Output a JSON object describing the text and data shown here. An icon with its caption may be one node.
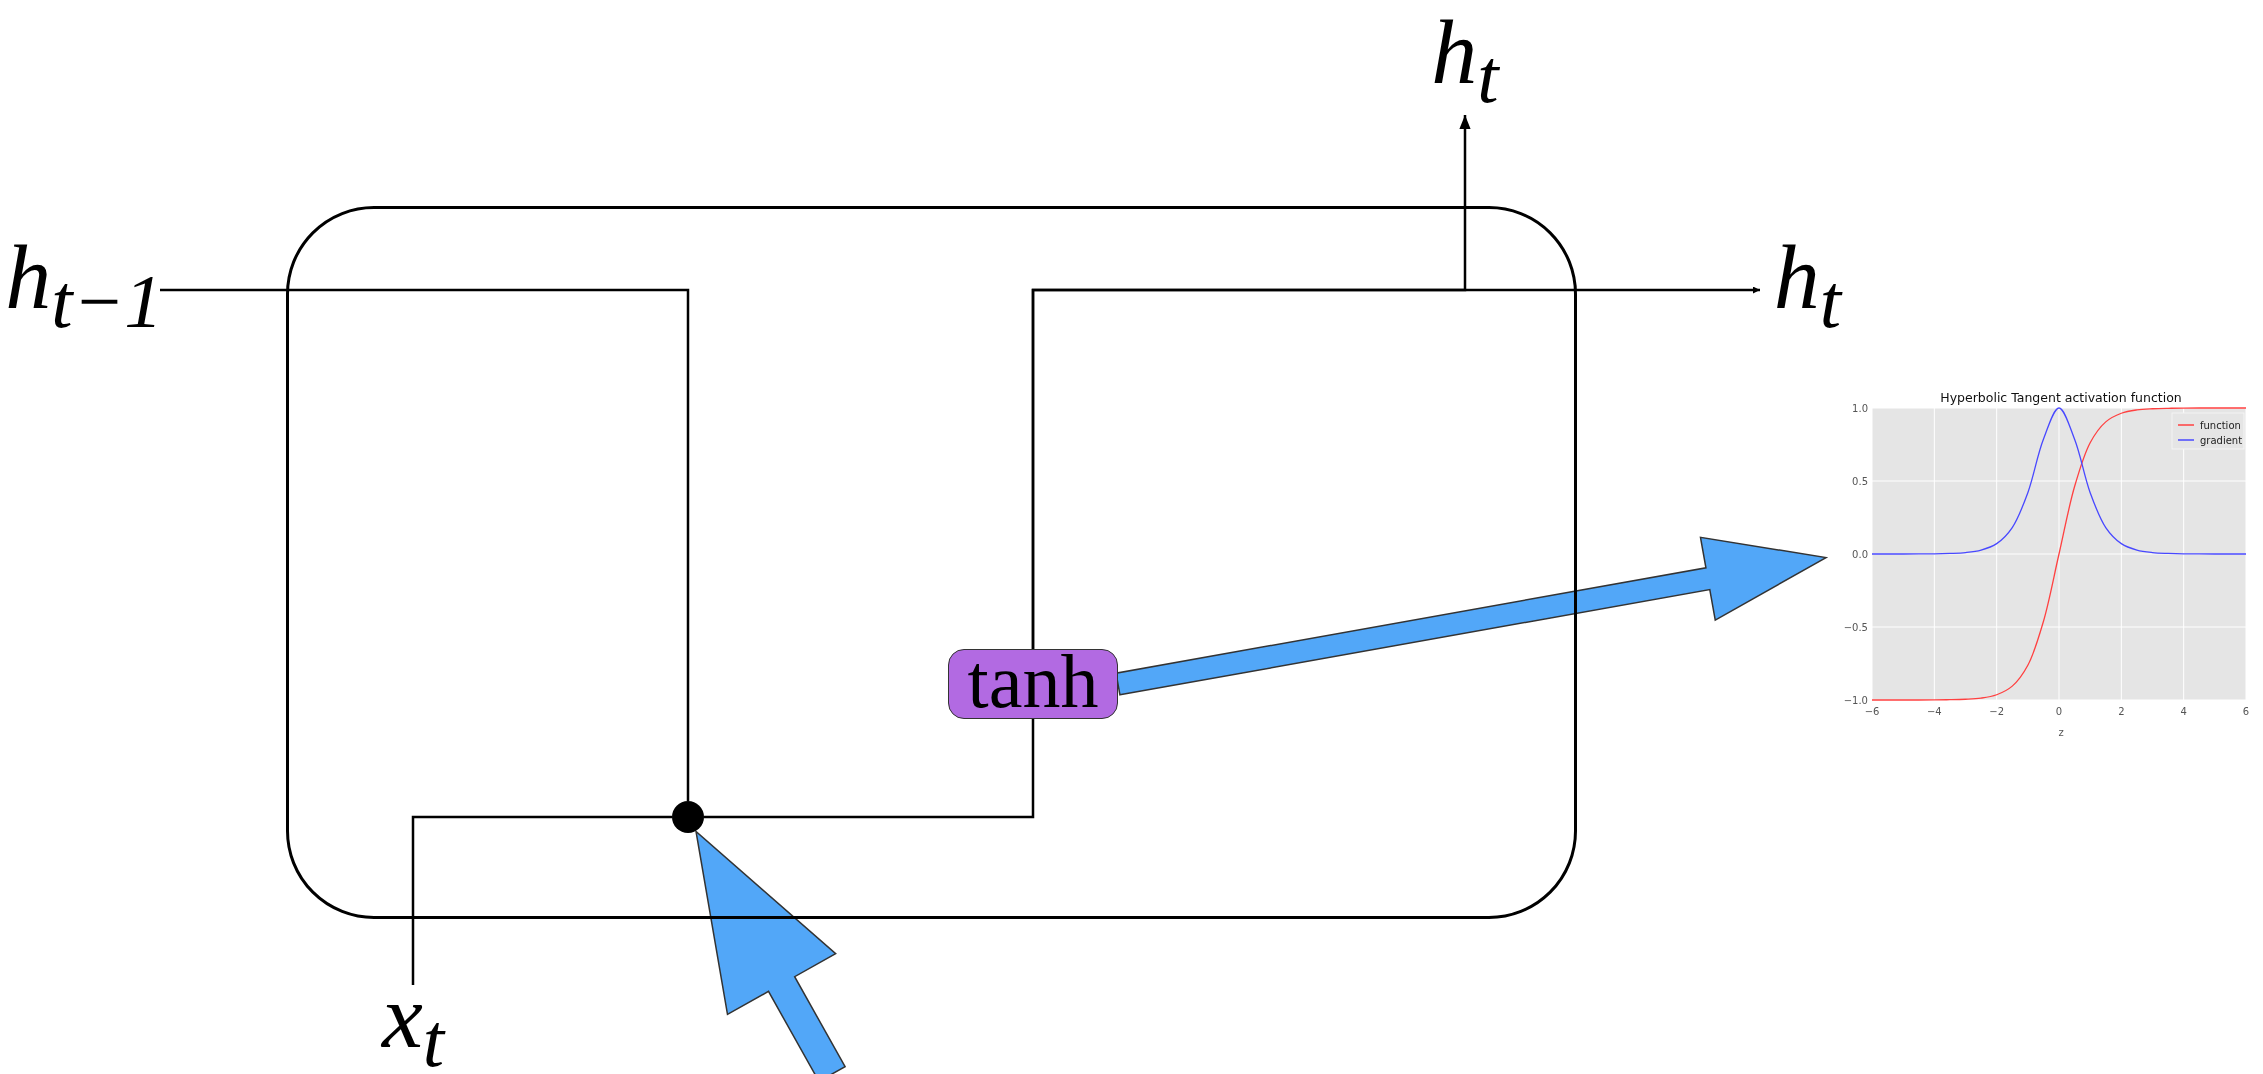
{
  "diagram": {
    "nodes": [
      {
        "text": [],
        "shape": "box"
      },
      {
        "text": [
          "h$_{t−1}$"
        ]
      },
      {
        "text": [
          "x$_{t}$"
        ]
      },
      {
        "text": [],
        "shape": "circle",
        "in": 0
      },
      {
        "text": [
          "tanh"
        ],
        "in": 0
      },
      {
        "text": [
          "h$_{t}$"
        ]
      },
      {
        "text": [
          "h$_{t}$"
        ]
      },
      {
        "text": [],
        "shape": "picture"
      }
    ],
    "edges": [
      {
        "from": 1,
        "to": 3,
        "arrow": "none"
      },
      {
        "from": 2,
        "to": 3,
        "arrow": "none"
      },
      {
        "from": 3,
        "to": 4,
        "arrow": "none"
      },
      {
        "from": 4,
        "to": 6,
        "arrow": "to"
      },
      {
        "from": 4,
        "to": 5,
        "arrow": "to"
      },
      {
        "from": 4,
        "to": 7,
        "arrow": "to",
        "style": "thick",
        "color": "#52a7f8"
      },
      {
        "from": null,
        "to": 3,
        "arrow": "to",
        "style": "thick",
        "color": "#52a7f8"
      }
    ],
    "chart_data": {
      "type": "line",
      "title": "Hyperbolic Tangent activation function",
      "xlabel": "z",
      "x": [
        -6,
        -5.5,
        -5,
        -4.5,
        -4,
        -3.5,
        -3,
        -2.5,
        -2,
        -1.5,
        -1,
        -0.5,
        0,
        0.5,
        1,
        1.5,
        2,
        2.5,
        3,
        3.5,
        4,
        4.5,
        5,
        5.5,
        6
      ],
      "series": [
        {
          "name": "function",
          "color": "#ff4040",
          "values": [
            -1,
            -1,
            -1,
            -1,
            -0.999,
            -0.998,
            -0.995,
            -0.987,
            -0.964,
            -0.905,
            -0.762,
            -0.462,
            0,
            0.462,
            0.762,
            0.905,
            0.964,
            0.987,
            0.995,
            0.998,
            0.999,
            1,
            1,
            1,
            1
          ]
        },
        {
          "name": "gradient",
          "color": "#4848ff",
          "values": [
            0,
            0,
            0,
            0.001,
            0.001,
            0.004,
            0.01,
            0.027,
            0.071,
            0.181,
            0.42,
            0.786,
            1,
            0.786,
            0.42,
            0.181,
            0.071,
            0.027,
            0.01,
            0.004,
            0.001,
            0.001,
            0,
            0,
            0
          ]
        }
      ],
      "xlim": [
        -6,
        6
      ],
      "ylim": [
        -1,
        1
      ],
      "grid": true,
      "legend": "upper right",
      "xticks": [
        {
          "value": -6,
          "label": "−6"
        },
        {
          "value": -4,
          "label": "−4"
        },
        {
          "value": -2,
          "label": "−2"
        },
        0,
        2,
        4,
        6
      ],
      "yticks": [
        {
          "value": -1,
          "label": "−1.0"
        },
        {
          "value": -0.5,
          "label": "−0.5"
        },
        {
          "value": 0,
          "label": "0.0"
        },
        {
          "value": 0.5,
          "label": "0.5"
        },
        {
          "value": 1,
          "label": "1.0"
        }
      ]
    }
  }
}
